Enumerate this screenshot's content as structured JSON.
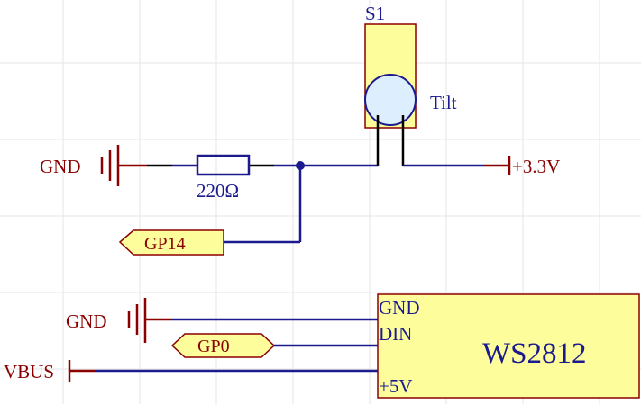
{
  "colors": {
    "wire": "#1b1b8f",
    "power_symbol": "#8b0000",
    "component_fill": "#fdfd9b",
    "component_outline": "#8b0000",
    "led_fill": "#ddeeff",
    "grid": "#e6e6e6"
  },
  "labels": {
    "gnd_top": "GND",
    "gnd_bottom": "GND",
    "vbus": "VBUS",
    "vcc33": "+3.3V",
    "s1_designator": "S1",
    "s1_value": "Tilt",
    "resistor_value": "220Ω"
  },
  "ports": {
    "gp14": "GP14",
    "gp0": "GP0"
  },
  "ws2812": {
    "name": "WS2812",
    "pin_gnd": "GND",
    "pin_din": "DIN",
    "pin_5v": "+5V"
  }
}
